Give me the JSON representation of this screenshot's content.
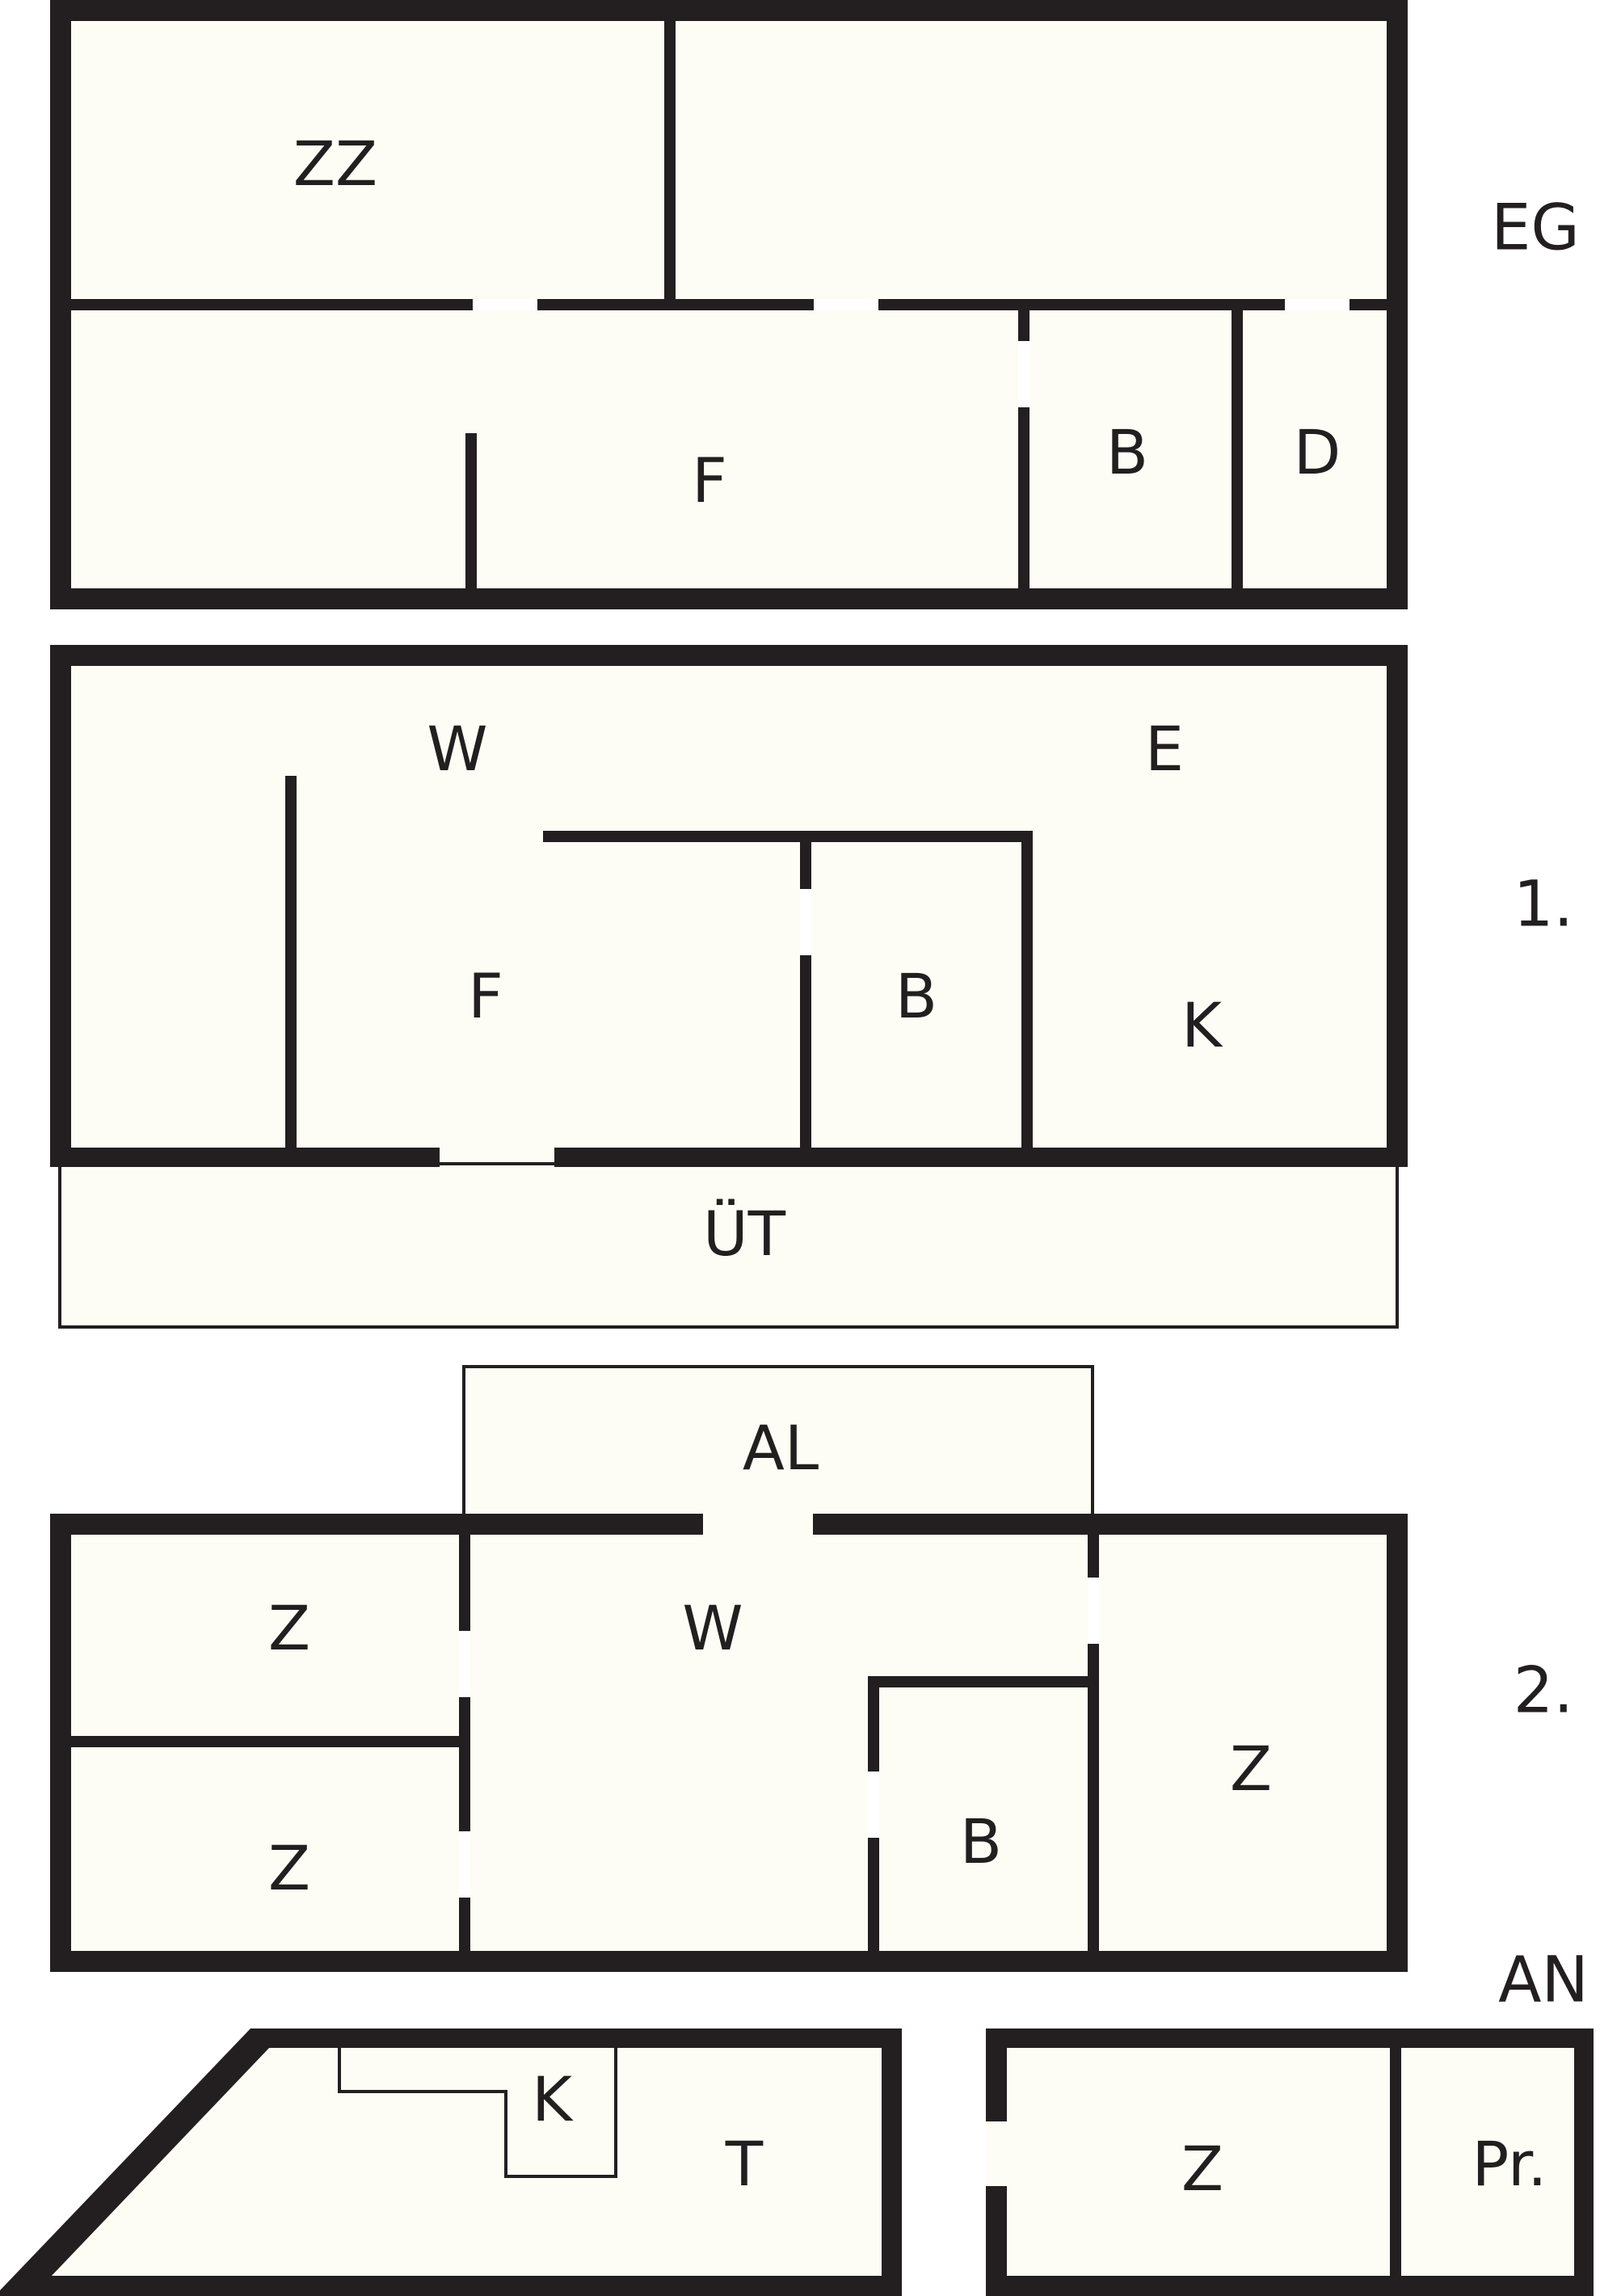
{
  "colors": {
    "wall": "#231f20",
    "room": "#fdfdf5",
    "background": "#ffffff"
  },
  "floors": {
    "eg": {
      "label": "EG",
      "rooms": {
        "zz": "ZZ",
        "f": "F",
        "b": "B",
        "d": "D"
      }
    },
    "og1": {
      "label": "1.",
      "rooms": {
        "w": "W",
        "e": "E",
        "f": "F",
        "b": "B",
        "k": "K",
        "ut": "ÜT"
      }
    },
    "og2": {
      "label": "2.",
      "rooms": {
        "al": "AL",
        "z1": "Z",
        "z2": "Z",
        "w": "W",
        "b": "B",
        "z3": "Z"
      }
    },
    "dg_left": {
      "rooms": {
        "k": "K",
        "t": "T"
      }
    },
    "an": {
      "label": "AN",
      "rooms": {
        "z": "Z",
        "pr": "Pr."
      }
    }
  }
}
